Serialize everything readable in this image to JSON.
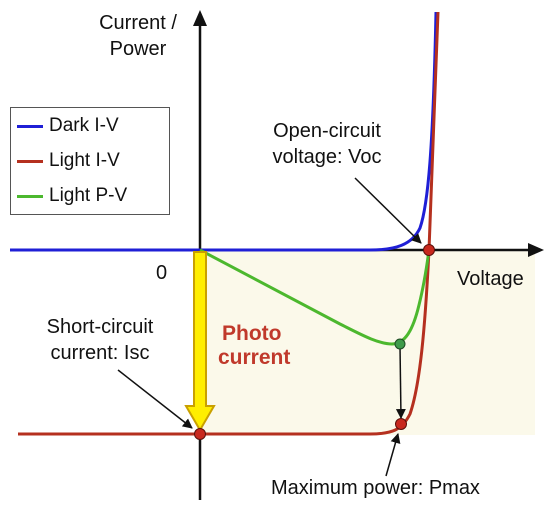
{
  "axes": {
    "y_label_line1": "Current /",
    "y_label_line2": "Power",
    "x_label": "Voltage",
    "origin_label": "0"
  },
  "legend": [
    {
      "label": "Dark I-V",
      "color": "#1f1fd6"
    },
    {
      "label": "Light I-V",
      "color": "#b5301f"
    },
    {
      "label": "Light P-V",
      "color": "#4cb82e"
    }
  ],
  "annotations": {
    "voc_line1": "Open-circuit",
    "voc_line2": "voltage: Voc",
    "isc_line1": "Short-circuit",
    "isc_line2": "current: Isc",
    "photo_line1": "Photo",
    "photo_line2": "current",
    "pmax": "Maximum power: Pmax"
  },
  "colors": {
    "dark_iv": "#1f1fd6",
    "light_iv": "#b5301f",
    "light_pv": "#4cb82e",
    "arrow_fill": "#ffee00",
    "arrow_stroke": "#c9a000",
    "shaded_region": "#fbf9ea",
    "point": "#c8281e",
    "pmax_point": "#3f9b4b"
  }
}
